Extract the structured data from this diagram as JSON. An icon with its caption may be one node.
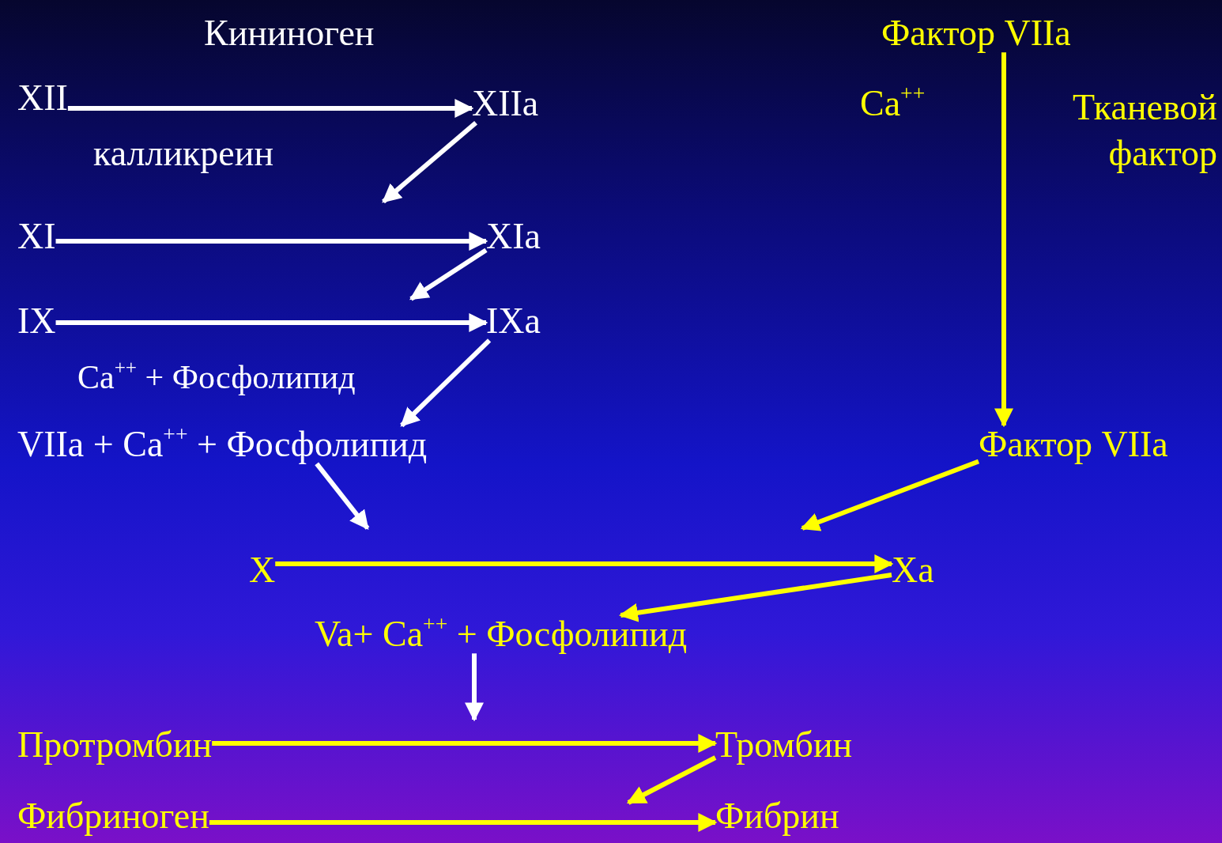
{
  "diagram": {
    "nodes": [
      {
        "text": [
          "XII"
        ]
      },
      {
        "text": [
          "XIIa"
        ]
      },
      {
        "text": [
          "XI"
        ]
      },
      {
        "text": [
          "XIa"
        ]
      },
      {
        "text": [
          "IX"
        ]
      },
      {
        "text": [
          "IXa"
        ]
      },
      {
        "text": [
          "VIIa + Ca$^{++}$ + Фосфолипид"
        ]
      },
      {
        "text": [
          "Фактор VIIa"
        ]
      },
      {
        "text": [
          "Фактор VIIa"
        ]
      },
      {
        "text": [
          "X"
        ]
      },
      {
        "text": [
          "Xa"
        ]
      },
      {
        "text": [
          "Va+ Ca$^{++}$ + Фосфолипид"
        ]
      },
      {
        "text": [
          "Протромбин"
        ]
      },
      {
        "text": [
          "Тромбин"
        ]
      },
      {
        "text": [
          "Фибриноген"
        ]
      },
      {
        "text": [
          "Фибрин"
        ]
      }
    ],
    "edges": [
      {
        "from": 0,
        "to": 1,
        "arrow": "to"
      },
      {
        "from": 1,
        "to": null,
        "arrow": "to"
      },
      {
        "from": 2,
        "to": 3,
        "arrow": "to"
      },
      {
        "from": 3,
        "to": null,
        "arrow": "to"
      },
      {
        "from": 4,
        "to": 5,
        "arrow": "to"
      },
      {
        "from": 5,
        "to": 6,
        "arrow": "to"
      },
      {
        "from": 6,
        "to": null,
        "arrow": "to"
      },
      {
        "from": 7,
        "to": 8,
        "arrow": "to",
        "color": "#ffff00"
      },
      {
        "from": 8,
        "to": null,
        "arrow": "to",
        "color": "#ffff00"
      },
      {
        "from": 9,
        "to": 10,
        "arrow": "to",
        "color": "#ffff00"
      },
      {
        "from": 10,
        "to": 11,
        "arrow": "to",
        "color": "#ffff00"
      },
      {
        "from": 11,
        "to": null,
        "arrow": "to"
      },
      {
        "from": 12,
        "to": 13,
        "arrow": "to",
        "color": "#ffff00"
      },
      {
        "from": 13,
        "to": null,
        "arrow": "to",
        "color": "#ffff00"
      },
      {
        "from": 14,
        "to": 15,
        "arrow": "to",
        "color": "#ffff00"
      }
    ],
    "labels": [
      "Кининоген",
      "калликреин",
      "Ca$^{++}$ + Фосфолипид",
      "Ca$^{++}$",
      "Тканевой фактор"
    ]
  }
}
